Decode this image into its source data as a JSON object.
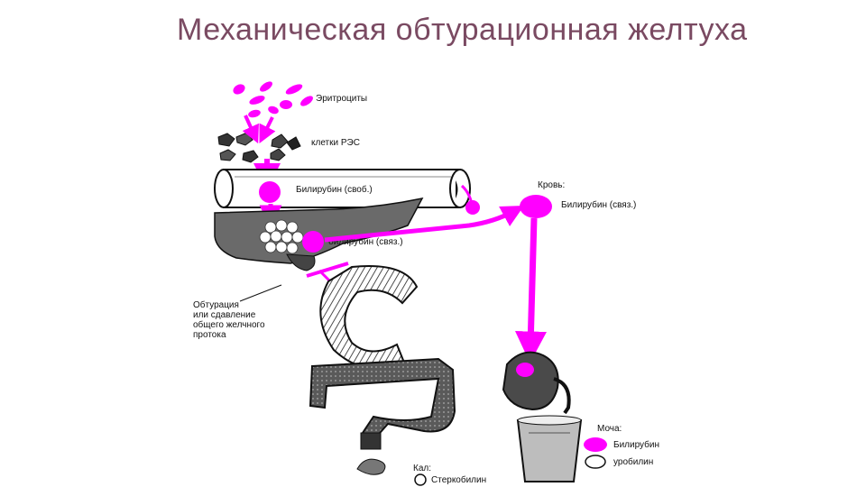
{
  "slide": {
    "title": "Механическая обтурационная желтуха"
  },
  "colors": {
    "accent": "#ff00ff",
    "title": "#7a4a62",
    "outline": "#111111",
    "organ_fill": "#6e6e6e"
  },
  "labels": {
    "erythrocytes": "Эритроциты",
    "res_cells": "клетки РЭС",
    "bilirubin_free": "Билирубин (своб.)",
    "bilirubin_bound_liver": "билирубин (связ.)",
    "blood": "Кровь:",
    "bilirubin_bound_blood": "Билирубин (связ.)",
    "obturation_1": "Обтурация",
    "obturation_2": "или сдавление",
    "obturation_3": "общего желчного",
    "obturation_4": "протока",
    "urine": "Моча:",
    "urine_bilirubin": "Билирубин",
    "urine_urobilin": "уробилин",
    "feces": "Кал:",
    "feces_stercobilin": "Стеркобилин"
  }
}
